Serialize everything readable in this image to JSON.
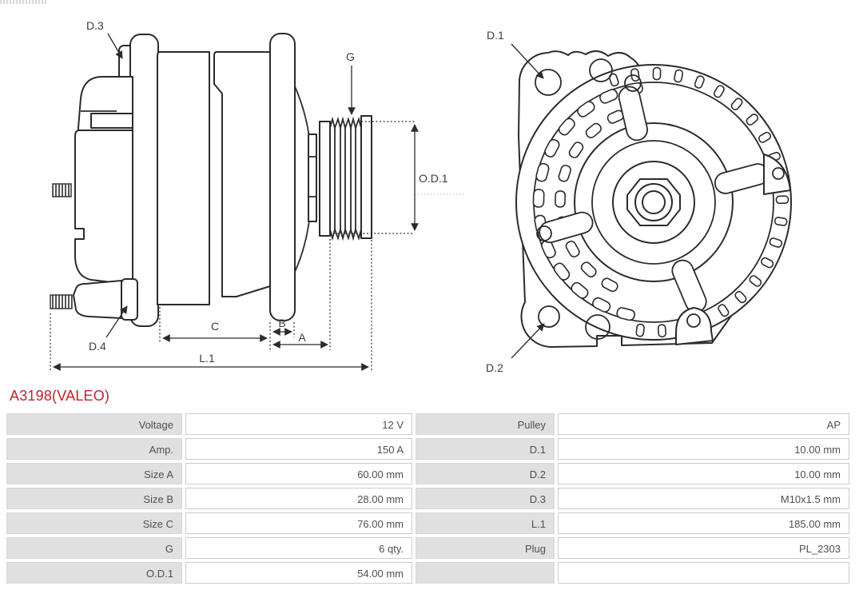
{
  "title": "A3198(VALEO)",
  "side_view": {
    "labels": {
      "d3": "D.3",
      "d4": "D.4",
      "g": "G",
      "od1": "O.D.1",
      "a": "A",
      "b": "B",
      "c": "C",
      "l1": "L.1"
    }
  },
  "front_view": {
    "labels": {
      "d1": "D.1",
      "d2": "D.2"
    }
  },
  "table": {
    "rows": [
      {
        "label1": "Voltage",
        "value1": "12 V",
        "label2": "Pulley",
        "value2": "AP"
      },
      {
        "label1": "Amp.",
        "value1": "150 A",
        "label2": "D.1",
        "value2": "10.00 mm"
      },
      {
        "label1": "Size A",
        "value1": "60.00 mm",
        "label2": "D.2",
        "value2": "10.00 mm"
      },
      {
        "label1": "Size B",
        "value1": "28.00 mm",
        "label2": "D.3",
        "value2": "M10x1.5 mm"
      },
      {
        "label1": "Size C",
        "value1": "76.00 mm",
        "label2": "L.1",
        "value2": "185.00 mm"
      },
      {
        "label1": "G",
        "value1": "6 qty.",
        "label2": "Plug",
        "value2": "PL_2303"
      },
      {
        "label1": "O.D.1",
        "value1": "54.00 mm",
        "label2": "",
        "value2": ""
      }
    ]
  },
  "colors": {
    "accent_red": "#c7202a",
    "line": "#2b2b2b",
    "label_bg": "#e0e0e0",
    "cell_border": "#cbcbcb"
  }
}
